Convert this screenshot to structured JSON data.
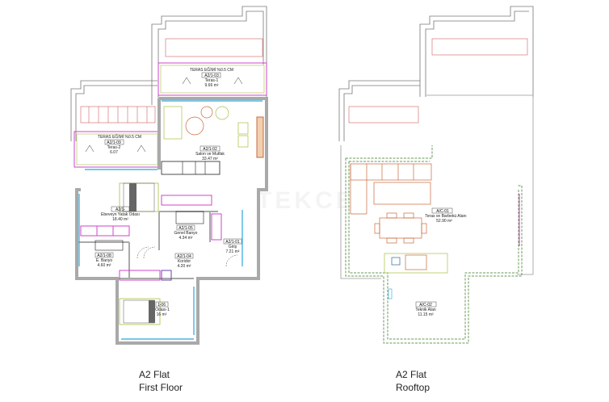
{
  "watermark": "TEKCE",
  "plans": [
    {
      "caption_line1": "A2 Flat",
      "caption_line2": "First Floor",
      "slope_notes": [
        "TERAS EĞİMİ %0.5 CM",
        "TERAS EĞİMİ %0.5 CM"
      ],
      "rooms": [
        {
          "code": "A2/1-03",
          "name": "Teras-1",
          "area": "9.66 m²"
        },
        {
          "code": "A2/1-09",
          "name": "Teras-2",
          "area": "6.07"
        },
        {
          "code": "A2/1-02",
          "name": "Salon ve Mutfak",
          "area": "33.47 m²"
        },
        {
          "code": "A2/1-",
          "name": "Ebeveyn Yatak Odası",
          "area": "18.40 m²"
        },
        {
          "code": "A2/1-05",
          "name": "Genel Banyo",
          "area": "4.34 m²"
        },
        {
          "code": "A2/1-01",
          "name": "Giriş",
          "area": "7.21 m²"
        },
        {
          "code": "A2/1-08",
          "name": "E. Banyo",
          "area": "4.60 m²"
        },
        {
          "code": "A2/1-04",
          "name": "Koridor",
          "area": "4.20 m²"
        },
        {
          "code": "1-06",
          "name": "Odası-1",
          "area": "16 m²"
        }
      ]
    },
    {
      "caption_line1": "A2 Flat",
      "caption_line2": "Rooftop",
      "rooms": [
        {
          "code": "A/C-01",
          "name": "Teras ve Barbekü Alanı",
          "area": "52.90 m²"
        },
        {
          "code": "A/C-02",
          "name": "Teknik Alan",
          "area": "11.15 m²"
        }
      ]
    }
  ],
  "colors": {
    "wall": "#a9a9a9",
    "window": "#2aa7d8",
    "railing": "#cc44cc",
    "furniture": "#c86a3c",
    "fixture": "#a8c040",
    "dashed_wall": "#6b9a5a"
  }
}
